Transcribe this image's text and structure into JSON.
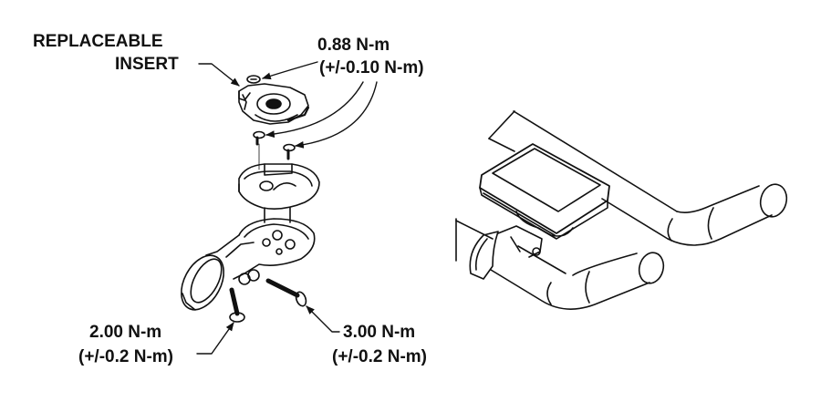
{
  "diagram": {
    "colors": {
      "stroke": "#111111",
      "background": "#ffffff"
    },
    "labels": {
      "insert_line1": "REPLACEABLE",
      "insert_line2": "INSERT",
      "top_torque": "0.88 N-m",
      "top_tolerance": "(+/-0.10 N-m)",
      "left_torque": "2.00 N-m",
      "left_tolerance": "(+/-0.2 N-m)",
      "right_torque": "3.00 N-m",
      "right_tolerance": "(+/-0.2 N-m)"
    },
    "views": [
      "exploded-mount-assembly",
      "assembled-on-aerobar"
    ]
  }
}
